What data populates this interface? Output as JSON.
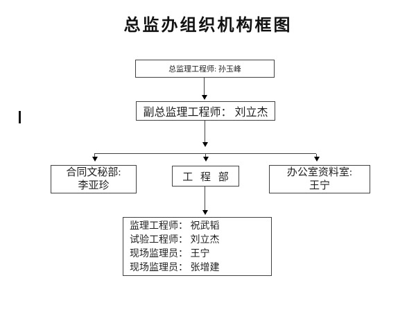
{
  "page": {
    "title": "总监办组织机构框图",
    "background": "#ffffff"
  },
  "colors": {
    "box_border": "#404040",
    "connector_line": "#404040",
    "arrowhead": "#000000",
    "text": "#1f1f1f"
  },
  "org_chart": {
    "chief": {
      "label": "总监理工程师: 孙玉峰"
    },
    "deputy": {
      "label": "副总监理工程师： 刘立杰"
    },
    "contract_dept": {
      "line1": "合同文秘部:",
      "line2": "李亚珍"
    },
    "engineering_dept": {
      "label": "工 程 部"
    },
    "office_dept": {
      "line1": "办公室资料室:",
      "line2": "王宁"
    },
    "staff": {
      "lines": [
        "监理工程师： 祝武韬",
        "试验工程师： 刘立杰",
        "现场监理员： 王宁",
        "现场监理员： 张增建"
      ]
    }
  }
}
